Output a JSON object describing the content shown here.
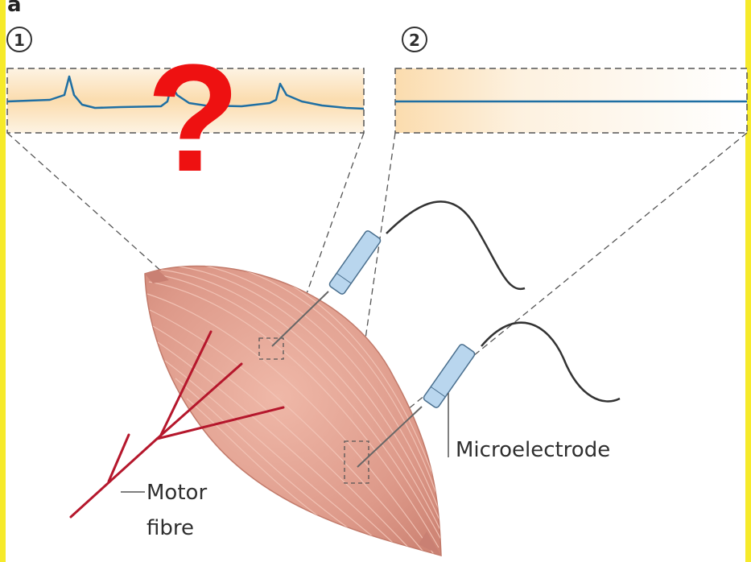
{
  "panel_letter": "a",
  "recording_site_1": {
    "number": "1"
  },
  "recording_site_2": {
    "number": "2"
  },
  "overlay_question_mark": "?",
  "labels": {
    "microelectrode": "Microelectrode",
    "motor_fibre_line1": "Motor",
    "motor_fibre_line2": "fibre"
  },
  "colors": {
    "frame_yellow": "#f6ea2a",
    "trace_blue": "#1f6fa3",
    "panel_peach": "#fbe2bd",
    "muscle": "#e2a092",
    "nerve": "#b5172c",
    "electrode_body": "#b9d6ee",
    "question_mark": "#ee1111"
  }
}
